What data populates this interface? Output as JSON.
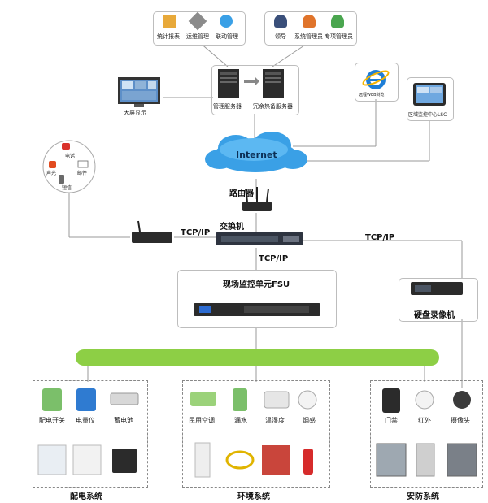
{
  "top_group_left": {
    "items": [
      {
        "label": "统计报表",
        "icon": "bar-chart-icon"
      },
      {
        "label": "运维管理",
        "icon": "tools-icon"
      },
      {
        "label": "联动管理",
        "icon": "gears-icon"
      }
    ]
  },
  "top_group_right": {
    "items": [
      {
        "label": "领导",
        "icon": "leader-icon"
      },
      {
        "label": "系统管理员",
        "icon": "admin-icon"
      },
      {
        "label": "专项管理员",
        "icon": "specialist-icon"
      }
    ]
  },
  "servers": {
    "left": "管理服务器",
    "right": "冗余热备服务器"
  },
  "big_screen": "大屏显示",
  "web_browse": "远程WEB浏览",
  "lsc": "区域监控中心LSC",
  "internet": "Internet",
  "notify": {
    "phone": "电话",
    "sound_light": "声光",
    "email": "邮件",
    "sms": "短信"
  },
  "router": "路由器",
  "switch": "交换机",
  "protocol": "TCP/IP",
  "fsu": "现场监控单元FSU",
  "dvr": "硬盘录像机",
  "groups": [
    {
      "title": "配电系统",
      "items": [
        "配电开关",
        "电量仪",
        "蓄电池"
      ]
    },
    {
      "title": "环境系统",
      "items": [
        "民用空调",
        "漏水",
        "温湿度",
        "烟感"
      ]
    },
    {
      "title": "安防系统",
      "items": [
        "门禁",
        "红外",
        "摄像头"
      ]
    }
  ],
  "colors": {
    "bus": "#8dcf45",
    "internet": "#3aa0e6",
    "line": "#9a9a9a"
  }
}
